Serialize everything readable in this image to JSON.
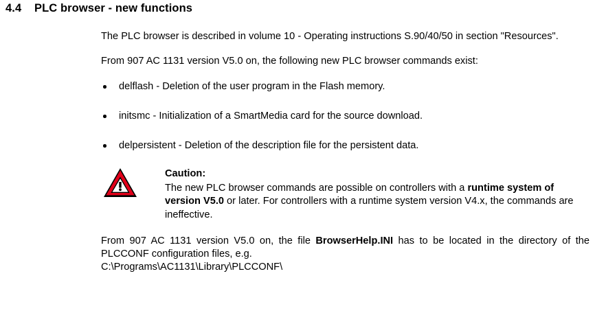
{
  "heading": {
    "number": "4.4",
    "title": "PLC browser - new functions"
  },
  "intro_paragraph": "The PLC browser is described in volume 10 - Operating instructions S.90/40/50 in section \"Resources\".",
  "commands_intro": "From 907 AC 1131 version V5.0 on, the following new PLC browser commands exist:",
  "commands": [
    "delflash - Deletion of the user program in the Flash memory.",
    "initsmc - Initialization of a SmartMedia card for the source download.",
    "delpersistent - Deletion of the description file for the persistent data."
  ],
  "caution": {
    "icon_name": "warning-triangle-icon",
    "title": "Caution:",
    "text_part1": "The new PLC browser commands are possible on controllers with a ",
    "text_bold": "runtime system of version V5.0",
    "text_part2": " or later. For controllers with a runtime system version V4.x, the commands are ineffective.",
    "icon_border_color": "#000000",
    "icon_band_color": "#E2001A",
    "icon_inner_color": "#FFFFFF",
    "icon_mark_color": "#000000"
  },
  "closing": {
    "line1_part1": "From 907 AC 1131 version V5.0 on, the file ",
    "line1_bold": "BrowserHelp.INI",
    "line1_part2": " has to be located in the directory of the PLCCONF configuration files, e.g.",
    "path": "C:\\Programs\\AC1131\\Library\\PLCCONF\\"
  },
  "colors": {
    "background": "#FFFFFF",
    "text": "#000000",
    "warning_red": "#E2001A"
  }
}
